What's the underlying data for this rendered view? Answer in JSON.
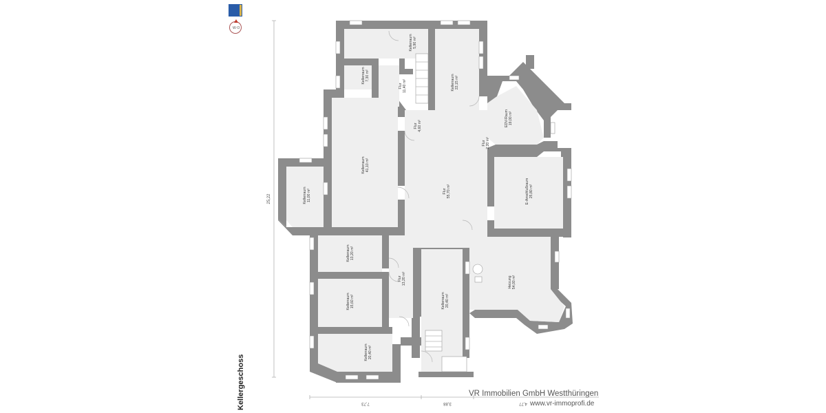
{
  "floor": {
    "title": "Kellergeschoss"
  },
  "branding": {
    "company": "VR Immobilien GmbH Westthüringen",
    "website": "www.vr-immoprofi.de",
    "logo_icon": "vr-logo-icon",
    "compass_icon": "compass-icon"
  },
  "dimensions": {
    "height_total": "25,22",
    "width_left": "7,73",
    "width_mid": "3,88",
    "width_right": "4,77"
  },
  "rooms": [
    {
      "name": "Kellerraum",
      "area": "5,90 m²"
    },
    {
      "name": "Kellerraum",
      "area": "7,30 m²"
    },
    {
      "name": "Flur",
      "area": "11,40 m²"
    },
    {
      "name": "Kellerraum",
      "area": "22,15 m²"
    },
    {
      "name": "Flur",
      "area": "4,60 m²"
    },
    {
      "name": "EDV-Raum",
      "area": "19,00 m²"
    },
    {
      "name": "Flur",
      "area": "2,20 m²"
    },
    {
      "name": "Kellerraum",
      "area": "41,10 m²"
    },
    {
      "name": "Kellerraum",
      "area": "11,00 m²"
    },
    {
      "name": "Flur",
      "area": "55,70 m²"
    },
    {
      "name": "E-Anschlußraum",
      "area": "25,80 m²"
    },
    {
      "name": "Kellerraum",
      "area": "13,20 m²"
    },
    {
      "name": "Flur",
      "area": "13,20 m²"
    },
    {
      "name": "Kellerraum",
      "area": "15,60 m²"
    },
    {
      "name": "Kellerraum",
      "area": "20,40 m²"
    },
    {
      "name": "Heizung",
      "area": "54,00 m²"
    },
    {
      "name": "Kellerraum",
      "area": "20,40 m²"
    }
  ]
}
